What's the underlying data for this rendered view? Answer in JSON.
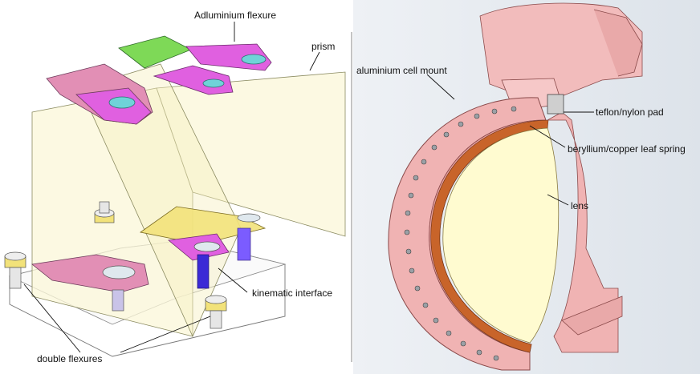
{
  "figure": {
    "left_panel": {
      "labels": {
        "flexure": "Adluminium flexure",
        "prism": "prism",
        "kinematic": "kinematic interface",
        "double_flexures": "double flexures"
      }
    },
    "right_panel": {
      "labels": {
        "cell_mount": "aluminium cell mount",
        "pad": "teflon/nylon pad",
        "leaf_spring": "beryllium/copper leaf spring",
        "lens": "lens"
      }
    }
  },
  "colors": {
    "magenta": "#e060e0",
    "green": "#7ed957",
    "pink_plate": "#e28fb5",
    "cyan": "#6fd3d8",
    "yellow": "#f2e27a",
    "purple": "#7b5cff",
    "prism_fill": "#fbf7d8",
    "mount_pink": "#f0b3b3",
    "lens_fill": "#fffbd0",
    "spring_orange": "#c8642a",
    "divider": "#888888"
  }
}
